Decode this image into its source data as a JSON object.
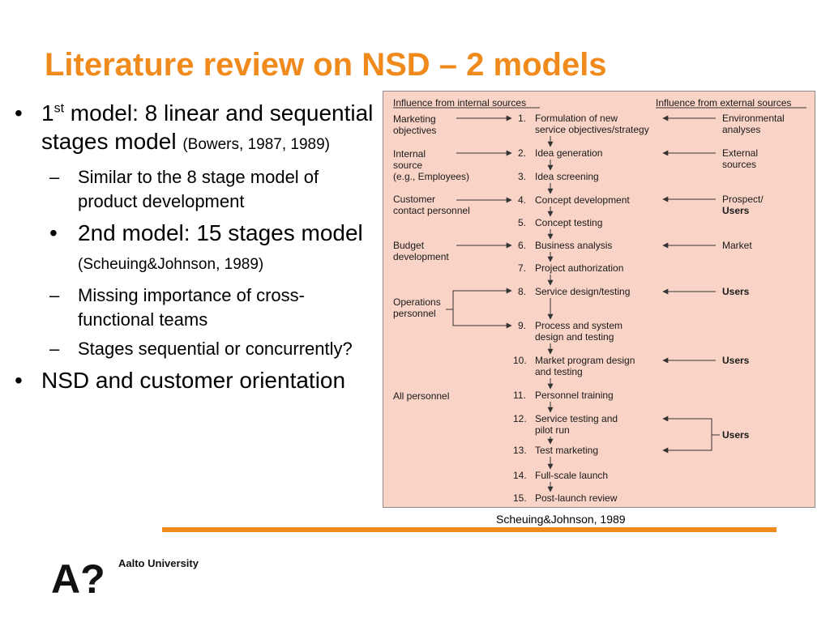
{
  "slide": {
    "title": "Literature review on NSD – 2 models",
    "caption": "Scheuing&Johnson, 1989",
    "logo_text": "Aalto University",
    "logo_mark": "A?"
  },
  "bullets": {
    "b1_prefix": "1",
    "b1_sup": "st",
    "b1_text": " model: 8 linear and sequential stages model",
    "b1_cite": "(Bowers, 1987, 1989)",
    "b1_sub": "Similar to the 8 stage model of product development",
    "b2_text": "2nd model: 15 stages model",
    "b2_cite": "(Scheuing&Johnson, 1989)",
    "b2_sub1": "Missing importance of cross-functional teams",
    "b2_sub2": "Stages sequential or concurrently?",
    "b3_text": "NSD and customer orientation"
  },
  "diagram": {
    "header_internal": "Influence from internal sources",
    "header_external": "Influence from external sources",
    "stages": [
      {
        "num": "1.",
        "line1": "Formulation of new",
        "line2": "service objectives/strategy"
      },
      {
        "num": "2.",
        "line1": "Idea generation",
        "line2": ""
      },
      {
        "num": "3.",
        "line1": "Idea screening",
        "line2": ""
      },
      {
        "num": "4.",
        "line1": "Concept development",
        "line2": ""
      },
      {
        "num": "5.",
        "line1": "Concept testing",
        "line2": ""
      },
      {
        "num": "6.",
        "line1": "Business analysis",
        "line2": ""
      },
      {
        "num": "7.",
        "line1": "Project authorization",
        "line2": ""
      },
      {
        "num": "8.",
        "line1": "Service design/testing",
        "line2": ""
      },
      {
        "num": "9.",
        "line1": "Process and system",
        "line2": "design and testing"
      },
      {
        "num": "10.",
        "line1": "Market program design",
        "line2": "and testing"
      },
      {
        "num": "11.",
        "line1": "Personnel training",
        "line2": ""
      },
      {
        "num": "12.",
        "line1": "Service testing and",
        "line2": "pilot run"
      },
      {
        "num": "13.",
        "line1": "Test marketing",
        "line2": ""
      },
      {
        "num": "14.",
        "line1": "Full-scale launch",
        "line2": ""
      },
      {
        "num": "15.",
        "line1": "Post-launch review",
        "line2": ""
      }
    ],
    "internal": [
      {
        "l1": "Marketing",
        "l2": "objectives",
        "l3": ""
      },
      {
        "l1": "Internal",
        "l2": "source",
        "l3": "(e.g., Employees)"
      },
      {
        "l1": "Customer",
        "l2": "contact personnel",
        "l3": ""
      },
      {
        "l1": "Budget",
        "l2": "development",
        "l3": ""
      },
      {
        "l1": "Operations",
        "l2": "personnel",
        "l3": ""
      },
      {
        "l1": "All personnel",
        "l2": "",
        "l3": ""
      }
    ],
    "external": [
      {
        "l1": "Environmental",
        "l2": "analyses"
      },
      {
        "l1": "External",
        "l2": "sources"
      },
      {
        "l1": "Prospect/",
        "l2": "Users"
      },
      {
        "l1": "Market",
        "l2": ""
      },
      {
        "l1": "Users",
        "l2": ""
      },
      {
        "l1": "Users",
        "l2": ""
      },
      {
        "l1": "Users",
        "l2": ""
      }
    ]
  },
  "colors": {
    "accent": "#f08a1c",
    "figure_bg": "#f8d3c6"
  }
}
